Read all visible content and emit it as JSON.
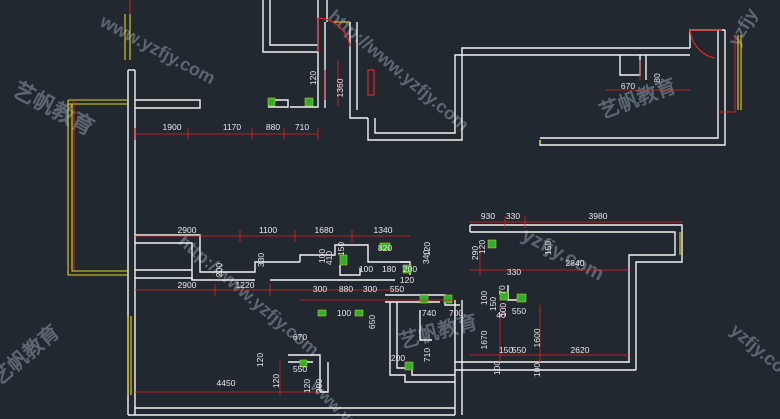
{
  "drawing": {
    "colors": {
      "background": "#212830",
      "wall": "#f2f2f2",
      "dimension_line": "#e02424",
      "window": "#e8d21c",
      "wall_hatch": "#2fae2f",
      "door": "#e02424",
      "watermark": "#8d9aa8"
    },
    "watermarks": [
      {
        "id": "wm-1",
        "text": "www.yzfjy.com"
      },
      {
        "id": "wm-2",
        "text": "http://www.yzfjy.com"
      },
      {
        "id": "wm-3",
        "text": "艺帆教育"
      },
      {
        "id": "wm-4",
        "text": "艺帆教育"
      },
      {
        "id": "wm-5",
        "text": "http://www.yzfjy.com"
      },
      {
        "id": "wm-6",
        "text": "yzfjy.com"
      },
      {
        "id": "wm-7",
        "text": "yzfjy"
      },
      {
        "id": "wm-8",
        "text": "艺帆教育"
      },
      {
        "id": "wm-9",
        "text": "www.yz"
      },
      {
        "id": "wm-10",
        "text": "艺帆教育"
      },
      {
        "id": "wm-11",
        "text": "yzfjy.com"
      }
    ],
    "dimensions": [
      {
        "id": "d-1360",
        "text": "1360"
      },
      {
        "id": "d-120-top",
        "text": "120"
      },
      {
        "id": "d-670-top",
        "text": "670"
      },
      {
        "id": "d-80",
        "text": "80"
      },
      {
        "id": "d-1900",
        "text": "1900"
      },
      {
        "id": "d-1170",
        "text": "1170"
      },
      {
        "id": "d-880",
        "text": "880"
      },
      {
        "id": "d-710-top",
        "text": "710"
      },
      {
        "id": "d-2900-a",
        "text": "2900"
      },
      {
        "id": "d-1100",
        "text": "1100"
      },
      {
        "id": "d-1680",
        "text": "1680"
      },
      {
        "id": "d-1340",
        "text": "1340"
      },
      {
        "id": "d-930",
        "text": "930"
      },
      {
        "id": "d-330-a",
        "text": "330"
      },
      {
        "id": "d-3980",
        "text": "3980"
      },
      {
        "id": "d-200-a",
        "text": "200"
      },
      {
        "id": "d-330-b",
        "text": "330"
      },
      {
        "id": "d-100-a",
        "text": "100"
      },
      {
        "id": "d-410",
        "text": "410"
      },
      {
        "id": "d-150-a",
        "text": "150"
      },
      {
        "id": "d-820",
        "text": "820"
      },
      {
        "id": "d-340",
        "text": "340"
      },
      {
        "id": "d-120-a",
        "text": "120"
      },
      {
        "id": "d-100-b",
        "text": "100"
      },
      {
        "id": "d-180",
        "text": "180"
      },
      {
        "id": "d-200-b",
        "text": "200"
      },
      {
        "id": "d-290",
        "text": "290"
      },
      {
        "id": "d-120-b",
        "text": "120"
      },
      {
        "id": "d-330-c",
        "text": "330"
      },
      {
        "id": "d-2840",
        "text": "2840"
      },
      {
        "id": "d-150-b",
        "text": "150"
      },
      {
        "id": "d-2900-b",
        "text": "2900"
      },
      {
        "id": "d-1220",
        "text": "1220"
      },
      {
        "id": "d-300",
        "text": "300"
      },
      {
        "id": "d-880-b",
        "text": "880"
      },
      {
        "id": "d-300-b",
        "text": "300"
      },
      {
        "id": "d-550-a",
        "text": "550"
      },
      {
        "id": "d-120-c",
        "text": "120"
      },
      {
        "id": "d-100-c",
        "text": "100"
      },
      {
        "id": "d-150-c",
        "text": "150"
      },
      {
        "id": "d-70",
        "text": "70"
      },
      {
        "id": "d-100-d",
        "text": "100"
      },
      {
        "id": "d-740",
        "text": "740"
      },
      {
        "id": "d-700",
        "text": "700"
      },
      {
        "id": "d-550-b",
        "text": "550"
      },
      {
        "id": "d-40",
        "text": "40"
      },
      {
        "id": "d-650",
        "text": "650"
      },
      {
        "id": "d-100-e",
        "text": "100"
      },
      {
        "id": "d-1670",
        "text": "1670"
      },
      {
        "id": "d-1600",
        "text": "1600"
      },
      {
        "id": "d-200-c",
        "text": "200"
      },
      {
        "id": "d-710-b",
        "text": "710"
      },
      {
        "id": "d-150-d",
        "text": "150"
      },
      {
        "id": "d-550-c",
        "text": "550"
      },
      {
        "id": "d-2620",
        "text": "2620"
      },
      {
        "id": "d-100-f",
        "text": "100"
      },
      {
        "id": "d-670-b",
        "text": "670"
      },
      {
        "id": "d-120-d",
        "text": "120"
      },
      {
        "id": "d-550-d",
        "text": "550"
      },
      {
        "id": "d-120-e",
        "text": "120"
      },
      {
        "id": "d-4450",
        "text": "4450"
      },
      {
        "id": "d-120-f",
        "text": "120"
      },
      {
        "id": "d-200-d",
        "text": "200"
      },
      {
        "id": "d-100-g",
        "text": "100"
      }
    ]
  }
}
